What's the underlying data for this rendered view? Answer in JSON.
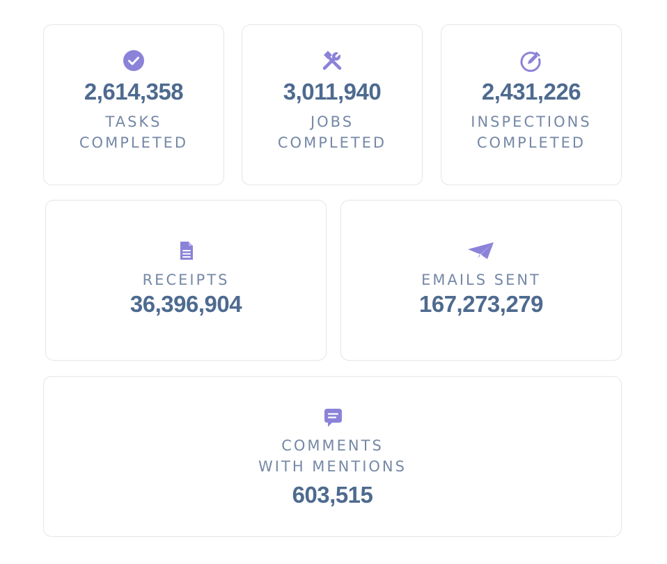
{
  "colors": {
    "icon": "#8b82d9",
    "number": "#4e6a8f",
    "label": "#7588a6",
    "card_border": "#e3e5ea"
  },
  "cards": [
    {
      "icon": "check-circle-icon",
      "value": "2,614,358",
      "label_line1": "TASKS",
      "label_line2": "COMPLETED"
    },
    {
      "icon": "tools-icon",
      "value": "3,011,940",
      "label_line1": "JOBS",
      "label_line2": "COMPLETED"
    },
    {
      "icon": "edit-circle-icon",
      "value": "2,431,226",
      "label_line1": "INSPECTIONS",
      "label_line2": "COMPLETED"
    },
    {
      "icon": "document-icon",
      "label_line1": "RECEIPTS",
      "value": "36,396,904"
    },
    {
      "icon": "paper-plane-icon",
      "label_line1": "EMAILS SENT",
      "value": "167,273,279"
    },
    {
      "icon": "comment-icon",
      "label_line1": "COMMENTS",
      "label_line2": "WITH MENTIONS",
      "value": "603,515"
    }
  ]
}
